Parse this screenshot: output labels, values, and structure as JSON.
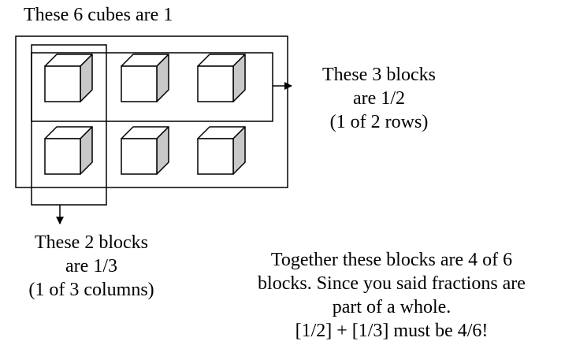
{
  "labels": {
    "whole": "These 6 cubes are 1",
    "half": [
      "These 3 blocks",
      "are 1/2",
      "(1 of 2 rows)"
    ],
    "third": [
      "These 2 blocks",
      "are 1/3",
      "(1 of 3 columns)"
    ],
    "conclusion": [
      "Together these blocks are 4 of 6",
      "blocks. Since you said fractions are",
      "part of a whole.",
      "[1/2] + [1/3] must be 4/6!"
    ]
  },
  "grid": {
    "rows": 2,
    "columns": 3,
    "cube_count": 6
  },
  "colors": {
    "cube_front": "#ffffff",
    "cube_side": "#c8c8c8",
    "stroke": "#000000"
  }
}
